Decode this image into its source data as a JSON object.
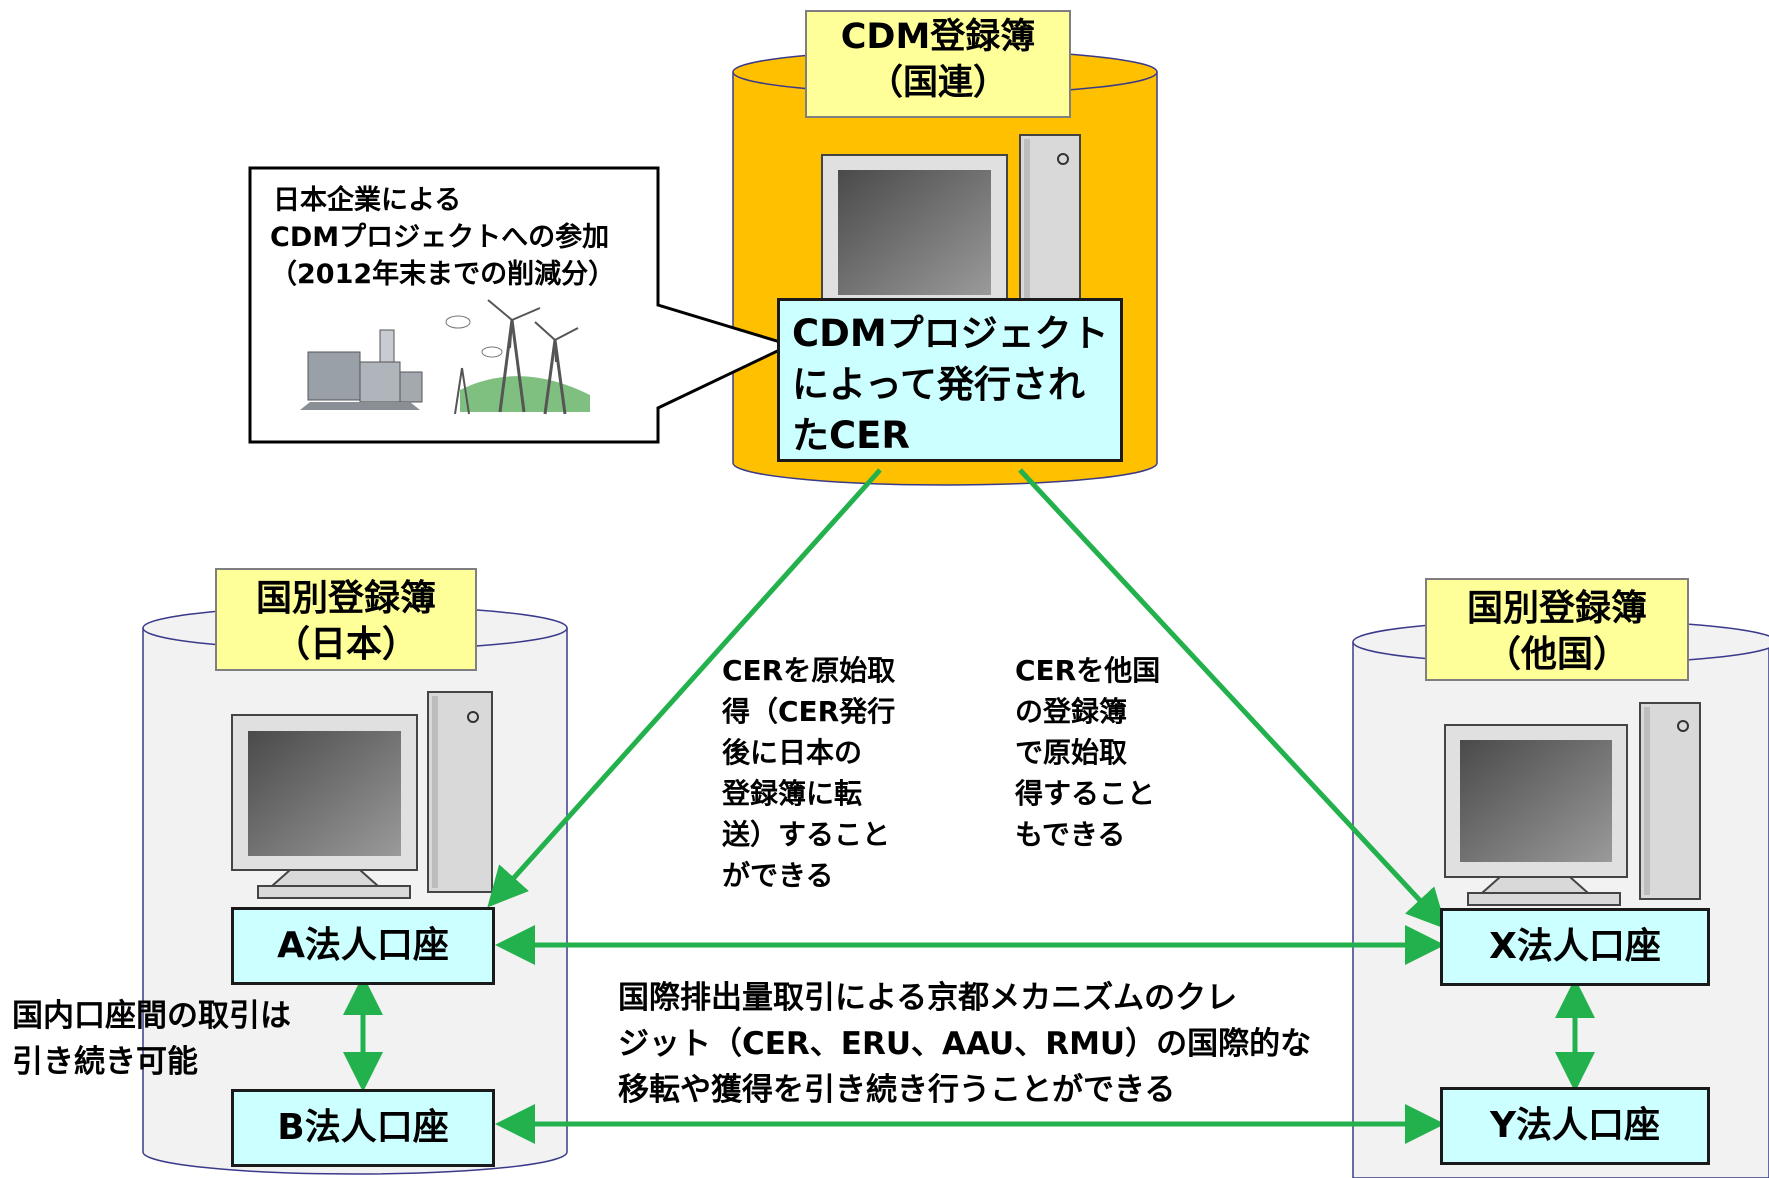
{
  "cdm_registry": {
    "line1": "CDM登録簿",
    "line2": "（国連）"
  },
  "cer_box": {
    "line1": "CDMプロジェクト",
    "line2": "によって発行され",
    "line3": "たCER"
  },
  "callout": {
    "line1": "日本企業による",
    "line2": "CDMプロジェクトへの参加",
    "line3": "（2012年末までの削減分）"
  },
  "japan_registry": {
    "line1": "国別登録簿",
    "line2": "（日本）"
  },
  "other_registry": {
    "line1": "国別登録簿",
    "line2": "（他国）"
  },
  "accounts": {
    "a": "A法人口座",
    "b": "B法人口座",
    "x": "X法人口座",
    "y": "Y法人口座"
  },
  "note_left": [
    "CERを原始取",
    "得（CER発行",
    "後に日本の",
    "登録簿に転",
    "送）すること",
    "ができる"
  ],
  "note_right": [
    "CERを他国",
    "の登録簿",
    "で原始取",
    "得すること",
    "もできる"
  ],
  "note_domestic": [
    "国内口座間の取引は",
    "引き続き可能"
  ],
  "note_international": [
    "国際排出量取引による京都メカニズムのクレ",
    "ジット（CER、ERU、AAU、RMU）の国際的な",
    "移転や獲得を引き続き行うことができる"
  ],
  "colors": {
    "arrow": "#22b14c",
    "cdm_cylinder": "#ffc000",
    "registry_cylinder": "#f2f2f2",
    "label_fill": "#ffff99",
    "account_fill": "#ccffff"
  }
}
